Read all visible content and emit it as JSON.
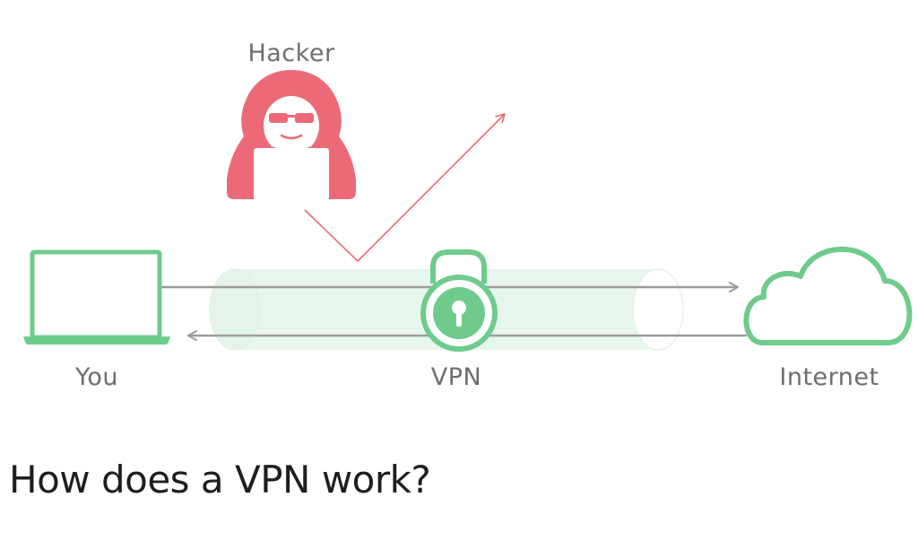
{
  "labels": {
    "hacker": "Hacker",
    "you": "You",
    "vpn": "VPN",
    "internet": "Internet"
  },
  "heading": "How does a VPN work?",
  "icons": {
    "hacker": "hooded-hacker-with-laptop-icon",
    "you": "laptop-icon",
    "vpn": "padlock-icon",
    "internet": "cloud-icon"
  },
  "colors": {
    "green": "#6ecb8c",
    "tunnel_fill": "#e7f6ec",
    "hacker_red": "#ec6a78",
    "arrow_gray": "#9c9c9c",
    "label_gray": "#6e6e6e",
    "heading": "#1e1e1e"
  }
}
